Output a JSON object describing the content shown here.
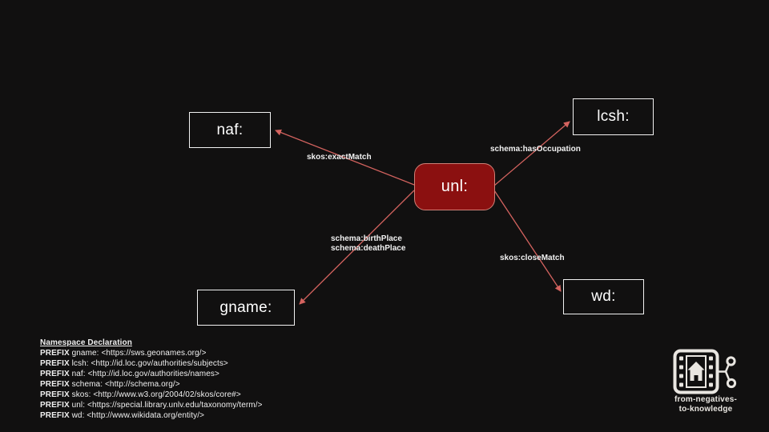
{
  "diagram": {
    "nodes": {
      "unl": "unl:",
      "naf": "naf:",
      "lcsh": "lcsh:",
      "gname": "gname:",
      "wd": "wd:"
    },
    "edges": [
      {
        "from": "unl:",
        "to": "naf:",
        "label": "skos:exactMatch"
      },
      {
        "from": "unl:",
        "to": "lcsh:",
        "label": "schema:hasOccupation"
      },
      {
        "from": "unl:",
        "to": "gname:",
        "labels": [
          "schema:birthPlace",
          "schema:deathPlace"
        ]
      },
      {
        "from": "unl:",
        "to": "wd:",
        "label": "skos:closeMatch"
      }
    ]
  },
  "namespace": {
    "title": "Namespace Declaration",
    "keyword": "PREFIX",
    "prefixes": [
      "gname: <https://sws.geonames.org/>",
      "lcsh: <http://id.loc.gov/authorities/subjects>",
      "naf: <http://id.loc.gov/authorities/names>",
      "schema: <http://schema.org/>",
      "skos: <http://www.w3.org/2004/02/skos/core#>",
      "unl: <https://special.library.unlv.edu/taxonomy/term/>",
      "wd: <http://www.wikidata.org/entity/>"
    ]
  },
  "logo": {
    "line1": "from-negatives-",
    "line2": "to-knowledge"
  },
  "colors": {
    "background": "#111010",
    "node_fill": "#8b1010",
    "node_border": "#d08076",
    "arrow": "#d4635f",
    "box_border": "#f2f2f2",
    "text": "#ffffff"
  }
}
